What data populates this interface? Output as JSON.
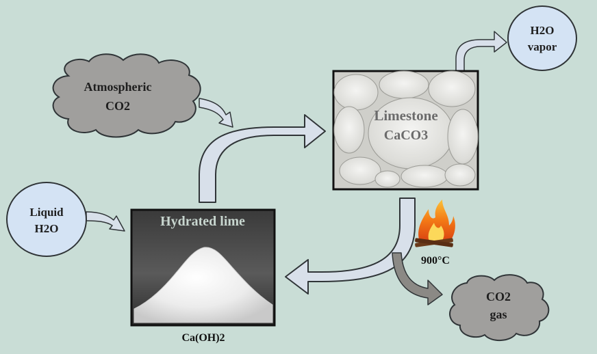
{
  "colors": {
    "background": "#c9ddd6",
    "cloud_fill": "#a09f9d",
    "bubble_fill": "#d4e3f4",
    "arrow_light": "#d8e0ea",
    "arrow_gray": "#8b8985",
    "photo_label": "#6b6b6b",
    "hydrated_label": "#c8d6cf"
  },
  "nodes": {
    "atmospheric_co2": {
      "line1": "Atmospheric",
      "line2": "CO2"
    },
    "liquid_h2o": {
      "line1": "Liquid",
      "line2": "H2O"
    },
    "h2o_vapor": {
      "line1": "H2O",
      "line2": "vapor"
    },
    "co2_gas": {
      "line1": "CO2",
      "line2": "gas"
    },
    "limestone": {
      "line1": "Limestone",
      "line2": "CaCO3"
    },
    "hydrated_lime": {
      "title": "Hydrated lime",
      "formula": "Ca(OH)2"
    },
    "heat": {
      "temperature": "900°C",
      "icon": "fire-icon"
    }
  }
}
